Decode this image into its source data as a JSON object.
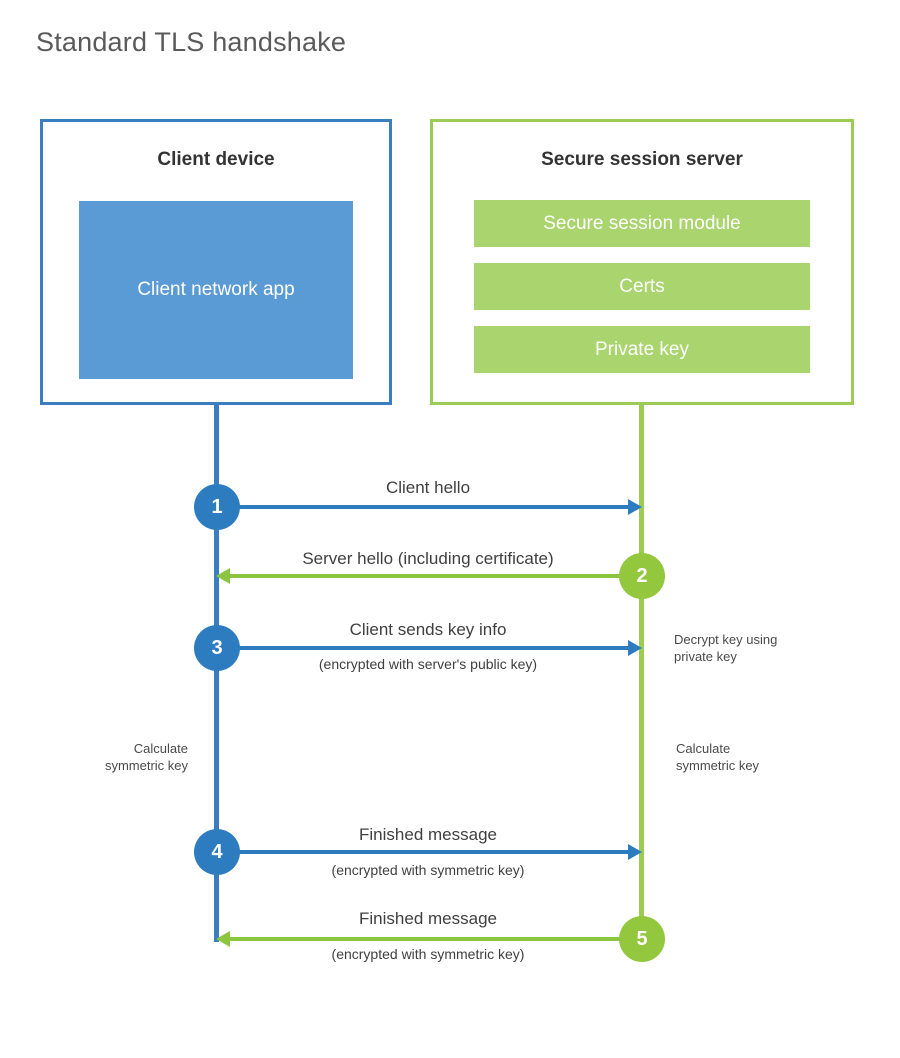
{
  "page": {
    "title": "Standard TLS handshake"
  },
  "colors": {
    "client_blue": "#2e7cc0",
    "client_box_border": "#3a7ebf",
    "client_app_fill": "#5b9bd5",
    "server_green": "#8cc63e",
    "server_box_border": "#9ccc54",
    "server_module_fill": "#aad46d",
    "title_gray": "#5a5a5a",
    "text_gray": "#3f3f3f",
    "background": "#ffffff"
  },
  "client": {
    "title": "Client device",
    "app_label": "Client network app"
  },
  "server": {
    "title": "Secure session server",
    "modules": [
      {
        "label": "Secure session module"
      },
      {
        "label": "Certs"
      },
      {
        "label": "Private key"
      }
    ]
  },
  "steps": [
    {
      "number": "1",
      "side": "client",
      "direction": "right",
      "main_label": "Client hello",
      "sub_label": ""
    },
    {
      "number": "2",
      "side": "server",
      "direction": "left",
      "main_label": "Server hello (including certificate)",
      "sub_label": ""
    },
    {
      "number": "3",
      "side": "client",
      "direction": "right",
      "main_label": "Client sends key info",
      "sub_label": "(encrypted with server's public key)"
    },
    {
      "number": "4",
      "side": "client",
      "direction": "right",
      "main_label": "Finished message",
      "sub_label": "(encrypted with symmetric key)"
    },
    {
      "number": "5",
      "side": "server",
      "direction": "left",
      "main_label": "Finished message",
      "sub_label": "(encrypted with symmetric key)"
    }
  ],
  "notes": {
    "decrypt_key": "Decrypt key using\nprivate key",
    "decrypt_key_line1": "Decrypt key using",
    "decrypt_key_line2": "private key",
    "client_calculate_line1": "Calculate",
    "client_calculate_line2": "symmetric key",
    "server_calculate_line1": "Calculate",
    "server_calculate_line2": "symmetric key"
  }
}
